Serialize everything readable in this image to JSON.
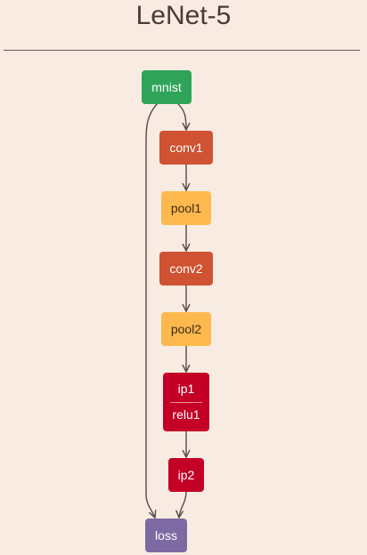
{
  "title": "LeNet-5",
  "nodes": {
    "mnist": "mnist",
    "conv1": "conv1",
    "pool1": "pool1",
    "conv2": "conv2",
    "pool2": "pool2",
    "ip1": "ip1",
    "relu1": "relu1",
    "ip2": "ip2",
    "loss": "loss"
  },
  "colors": {
    "background": "#f8ebe2",
    "data": "#2fa459",
    "convolution": "#cf5232",
    "pooling": "#fdb84e",
    "inner_product": "#c40027",
    "loss": "#7d6aa3",
    "edge": "#5a4a46"
  },
  "edges": [
    [
      "mnist",
      "conv1"
    ],
    [
      "conv1",
      "pool1"
    ],
    [
      "pool1",
      "conv2"
    ],
    [
      "conv2",
      "pool2"
    ],
    [
      "pool2",
      "ip1"
    ],
    [
      "ip1",
      "ip2"
    ],
    [
      "ip2",
      "loss"
    ],
    [
      "mnist",
      "loss"
    ]
  ]
}
